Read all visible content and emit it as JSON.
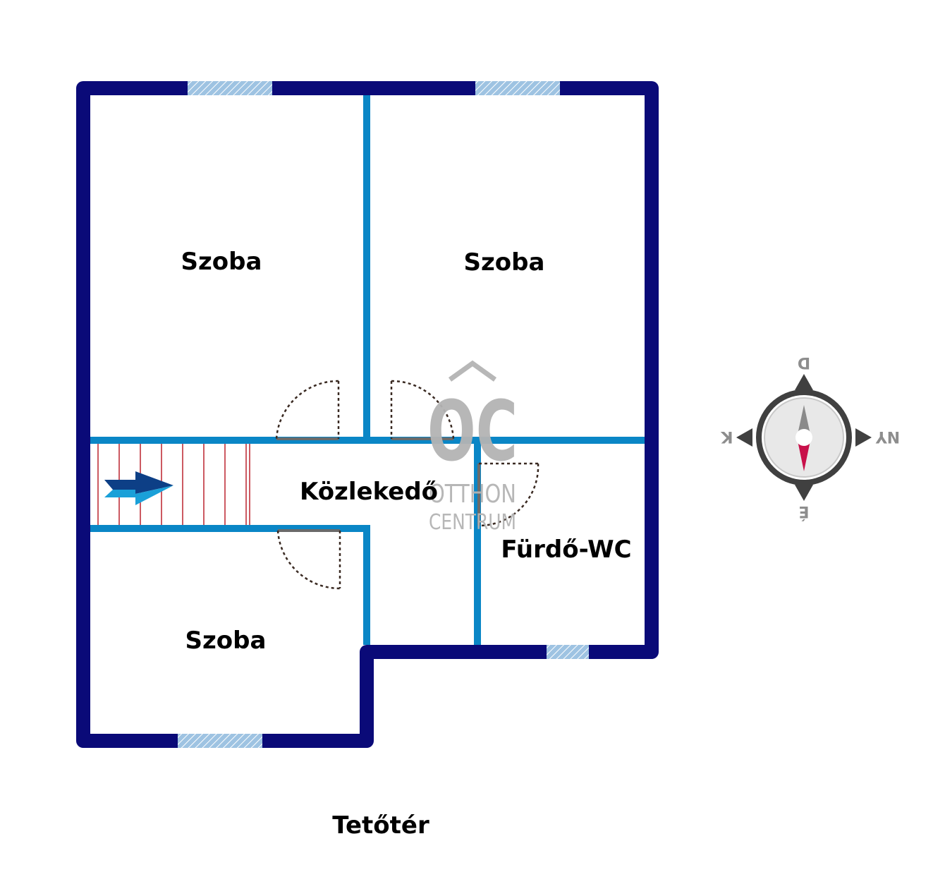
{
  "floor": {
    "label": "Tetőtér"
  },
  "rooms": {
    "room1": "Szoba",
    "room2": "Szoba",
    "room3": "Szoba",
    "hallway": "Közlekedő",
    "bathroom": "Fürdő-WC"
  },
  "watermark": {
    "monogram": "OC",
    "line1": "OTTHON",
    "line2": "CENTRUM"
  },
  "compass": {
    "top": "D",
    "right": "NY",
    "bottom": "É",
    "left": "K"
  },
  "colors": {
    "outer_wall": "#0a0a78",
    "inner_wall": "#0a86c6",
    "window": "#9ec3e2",
    "stairs": "#c0303a",
    "door_swing": "#3a2a22",
    "compass_body": "#404040",
    "needle_south": "#8a8a8a",
    "needle_north": "#c8104a"
  }
}
